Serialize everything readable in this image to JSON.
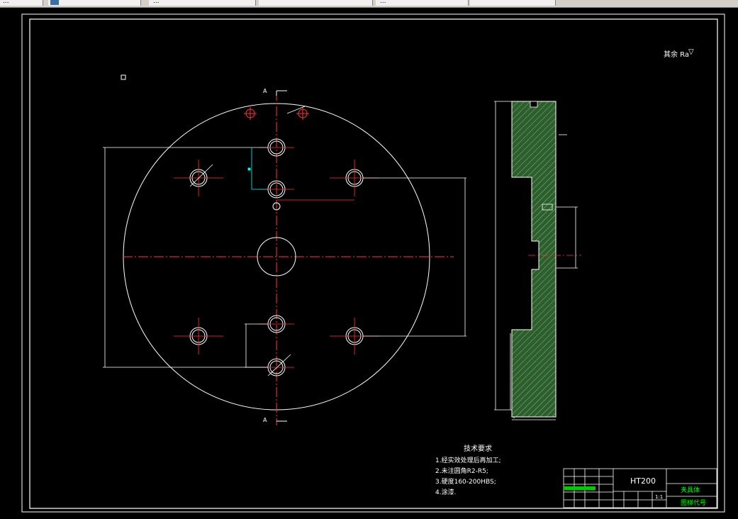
{
  "toolbar": {
    "items": [
      {
        "label": "..."
      },
      {
        "label": ""
      },
      {
        "label": "..."
      },
      {
        "label": ""
      },
      {
        "label": "..."
      },
      {
        "label": ""
      }
    ]
  },
  "drawing": {
    "roughness_note": "其余 Ra",
    "section_label_top": "A",
    "section_label_bottom": "A",
    "tech_requirements": {
      "title": "技术要求",
      "lines": [
        "1.经实效处理后再加工;",
        "2.未注圆角R2-R5;",
        "3.硬度160-200HBS;",
        "4.涂漆."
      ]
    },
    "title_block": {
      "material": "HT200",
      "part_name": "夹具体",
      "drawing_number": "图样代号",
      "scale": "1:1"
    }
  },
  "colors": {
    "background": "#000000",
    "outline": "#ffffff",
    "centerline": "#ff0000",
    "hatch": "#2e6b2e",
    "dimension": "#00ffff",
    "title_green": "#00ff00"
  }
}
